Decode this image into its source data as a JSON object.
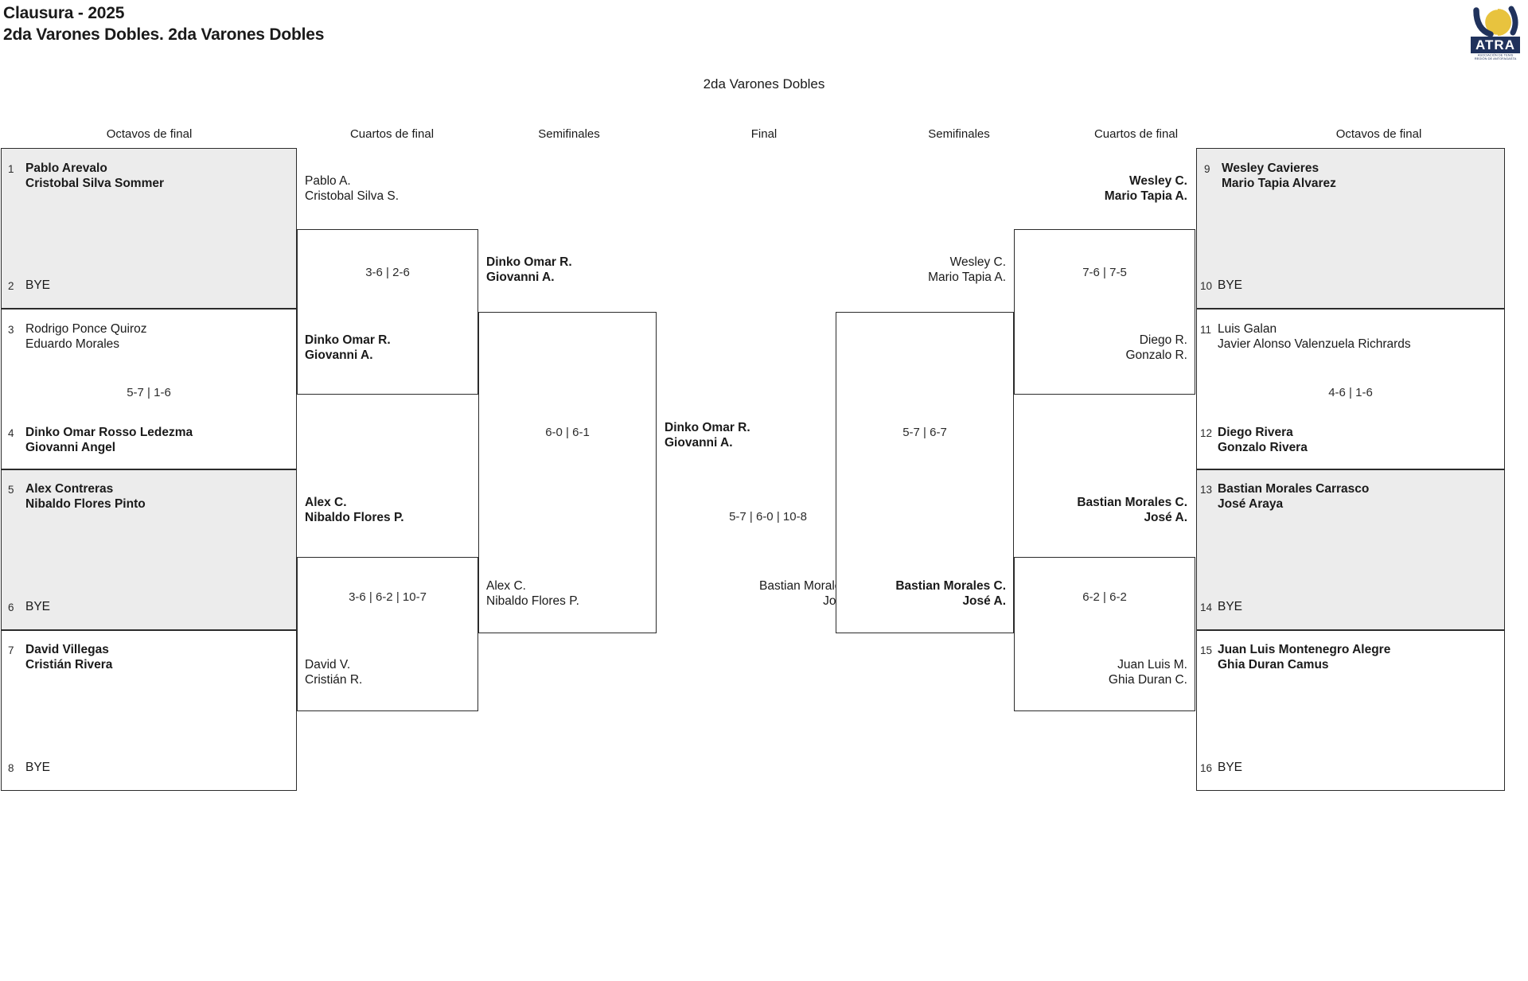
{
  "header": {
    "title_line1": "Clausura - 2025",
    "title_line2": "2da Varones Dobles. 2da Varones Dobles",
    "logo_alt": "ATRA",
    "logo_text_main": "ATRA",
    "logo_text_sub1": "ASOCIACIÓN DE TENIS",
    "logo_text_sub2": "REGIÓN DE ANTOFAGASTA"
  },
  "bracket_title": "2da Varones Dobles",
  "round_headers": {
    "left_r16": "Octavos de final",
    "left_qf": "Cuartos de final",
    "left_sf": "Semifinales",
    "final": "Final",
    "right_sf": "Semifinales",
    "right_qf": "Cuartos de final",
    "right_r16": "Octavos de final"
  },
  "left": {
    "r16": [
      {
        "seed": "1",
        "line1": "Pablo Arevalo",
        "line2": "Cristobal Silva Sommer",
        "winner": true,
        "bye": false
      },
      {
        "seed": "2",
        "line1": "BYE",
        "line2": "",
        "winner": false,
        "bye": true
      },
      {
        "seed": "3",
        "line1": "Rodrigo Ponce Quiroz",
        "line2": "Eduardo Morales",
        "winner": false,
        "bye": false
      },
      {
        "seed": "4",
        "line1": "Dinko Omar Rosso Ledezma",
        "line2": "Giovanni Angel",
        "winner": true,
        "bye": false
      },
      {
        "seed": "5",
        "line1": "Alex Contreras",
        "line2": "Nibaldo Flores Pinto",
        "winner": true,
        "bye": false
      },
      {
        "seed": "6",
        "line1": "BYE",
        "line2": "",
        "winner": false,
        "bye": true
      },
      {
        "seed": "7",
        "line1": "David Villegas",
        "line2": "Cristián Rivera",
        "winner": true,
        "bye": false
      },
      {
        "seed": "8",
        "line1": "BYE",
        "line2": "",
        "winner": false,
        "bye": true
      }
    ],
    "r16_scores": [
      "",
      "5-7 | 1-6",
      "",
      ""
    ],
    "qf": [
      {
        "line1": "Pablo A.",
        "line2": "Cristobal Silva S.",
        "winner": false
      },
      {
        "line1": "Dinko Omar R.",
        "line2": "Giovanni A.",
        "winner": true
      },
      {
        "line1": "Alex C.",
        "line2": "Nibaldo Flores P.",
        "winner": true
      },
      {
        "line1": "David V.",
        "line2": "Cristián R.",
        "winner": false
      }
    ],
    "qf_scores": [
      "3-6 | 2-6",
      "3-6 | 6-2 | 10-7"
    ],
    "sf": [
      {
        "line1": "Dinko Omar R.",
        "line2": "Giovanni A.",
        "winner": true
      },
      {
        "line1": "Alex C.",
        "line2": "Nibaldo Flores P.",
        "winner": false
      }
    ],
    "sf_scores": [
      "6-0 | 6-1"
    ]
  },
  "final_round": {
    "top": {
      "line1": "Dinko Omar R.",
      "line2": "Giovanni A.",
      "winner": true
    },
    "bottom": {
      "line1": "Bastian Morales C.",
      "line2": "José A.",
      "winner": false
    },
    "score": "5-7 | 6-0 | 10-8"
  },
  "right": {
    "sf": [
      {
        "line1": "Wesley C.",
        "line2": "Mario Tapia A.",
        "winner": false
      },
      {
        "line1": "Bastian Morales C.",
        "line2": "José A.",
        "winner": true
      }
    ],
    "sf_scores": [
      "5-7 | 6-7"
    ],
    "qf": [
      {
        "line1": "Wesley C.",
        "line2": "Mario Tapia A.",
        "winner": true
      },
      {
        "line1": "Diego R.",
        "line2": "Gonzalo R.",
        "winner": false
      },
      {
        "line1": "Bastian Morales C.",
        "line2": "José A.",
        "winner": true
      },
      {
        "line1": "Juan Luis M.",
        "line2": "Ghia Duran C.",
        "winner": false
      }
    ],
    "qf_scores": [
      "7-6 | 7-5",
      "6-2 | 6-2"
    ],
    "r16": [
      {
        "seed": "9",
        "line1": "Wesley Cavieres",
        "line2": "Mario Tapia Alvarez",
        "winner": true,
        "bye": false
      },
      {
        "seed": "10",
        "line1": "BYE",
        "line2": "",
        "winner": false,
        "bye": true
      },
      {
        "seed": "11",
        "line1": "Luis Galan",
        "line2": "Javier Alonso Valenzuela Richrards",
        "winner": false,
        "bye": false
      },
      {
        "seed": "12",
        "line1": "Diego Rivera",
        "line2": "Gonzalo Rivera",
        "winner": true,
        "bye": false
      },
      {
        "seed": "13",
        "line1": "Bastian Morales Carrasco",
        "line2": "José Araya",
        "winner": true,
        "bye": false
      },
      {
        "seed": "14",
        "line1": "BYE",
        "line2": "",
        "winner": false,
        "bye": true
      },
      {
        "seed": "15",
        "line1": "Juan Luis Montenegro Alegre",
        "line2": "Ghia Duran Camus",
        "winner": true,
        "bye": false
      },
      {
        "seed": "16",
        "line1": "BYE",
        "line2": "",
        "winner": false,
        "bye": true
      }
    ],
    "r16_scores": [
      "",
      "4-6 | 1-6",
      "",
      ""
    ]
  },
  "colors": {
    "line": "#2b2b2b",
    "shade": "#ececec",
    "text": "#1a1a1a",
    "logo_navy": "#20325c",
    "logo_yellow": "#e8c33e"
  }
}
